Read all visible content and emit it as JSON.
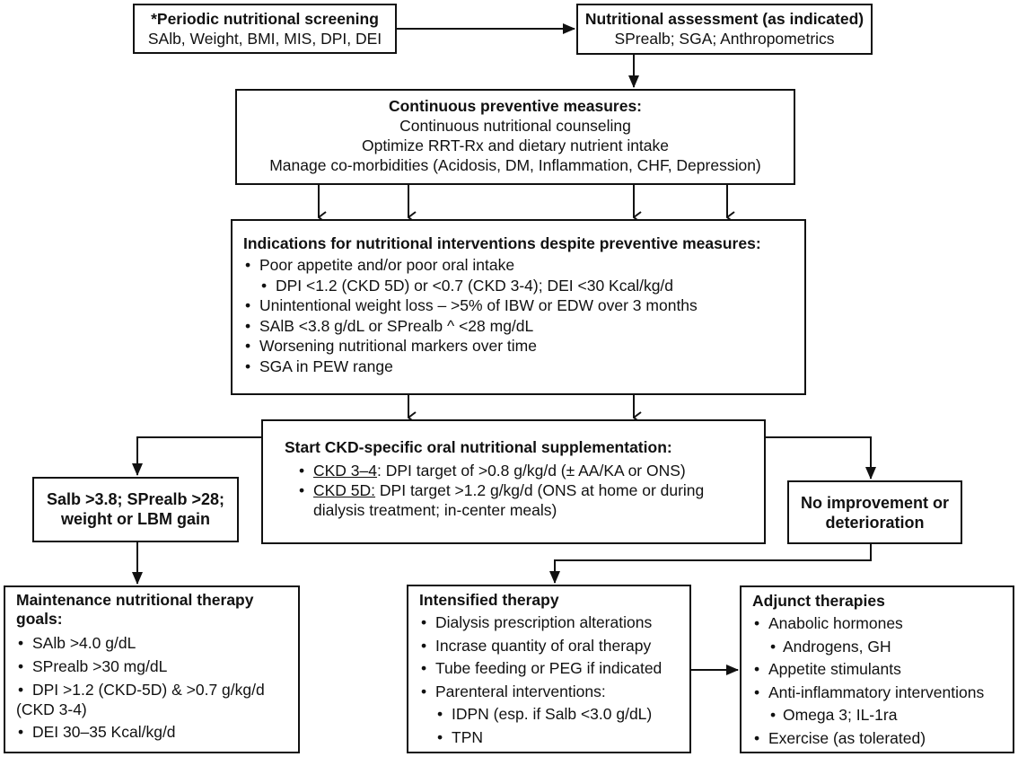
{
  "screening": {
    "title": "*Periodic nutritional screening",
    "items": "SAlb, Weight, BMI, MIS, DPI, DEI"
  },
  "assessment": {
    "title": "Nutritional assessment (as indicated)",
    "items": "SPrealb; SGA; Anthropometrics"
  },
  "preventive": {
    "title": "Continuous preventive measures:",
    "lines": [
      "Continuous nutritional counseling",
      "Optimize RRT-Rx and dietary nutrient intake",
      "Manage co-morbidities (Acidosis, DM, Inflammation, CHF, Depression)"
    ]
  },
  "indications": {
    "title": "Indications for nutritional interventions despite preventive measures:",
    "items": [
      "Poor appetite and/or poor oral intake",
      "DPI <1.2 (CKD 5D) or <0.7 (CKD 3-4); DEI <30 Kcal/kg/d",
      "Unintentional weight loss – >5% of IBW or EDW over 3 months",
      "SAlB <3.8 g/dL or SPrealb ^ <28 mg/dL",
      "Worsening nutritional markers over time",
      "SGA in PEW range"
    ]
  },
  "supplementation": {
    "title": "Start CKD-specific oral nutritional supplementation:",
    "item1_label": "CKD 3–4",
    "item1_text": ": DPI target of >0.8 g/kg/d (± AA/KA or ONS)",
    "item2_label": "CKD 5D:",
    "item2_text_a": " DPI target >1.2 g/kg/d (ONS at home or during",
    "item2_text_b": "dialysis treatment; in-center meals)"
  },
  "improvement": {
    "line1": "Salb >3.8; SPrealb >28;",
    "line2": "weight or LBM gain"
  },
  "no_improvement": {
    "line1": "No improvement or",
    "line2": "deterioration"
  },
  "maintenance": {
    "title_a": "Maintenance nutritional therapy",
    "title_b": "goals:",
    "items": [
      "SAlb >4.0 g/dL",
      "SPrealb >30 mg/dL",
      "DPI >1.2 (CKD-5D) & >0.7 g/kg/d",
      "(CKD 3-4)",
      "DEI 30–35 Kcal/kg/d"
    ]
  },
  "intensified": {
    "title": "Intensified therapy",
    "items": [
      "Dialysis prescription alterations",
      "Incrase quantity of oral therapy",
      "Tube feeding or PEG if indicated",
      "Parenteral interventions:",
      "IDPN (esp. if Salb <3.0 g/dL)",
      "TPN"
    ]
  },
  "adjunct": {
    "title": "Adjunct therapies",
    "items": [
      "Anabolic hormones",
      "Androgens, GH",
      "Appetite stimulants",
      "Anti-inflammatory interventions",
      "Omega 3; IL-1ra",
      "Exercise (as tolerated)"
    ]
  }
}
